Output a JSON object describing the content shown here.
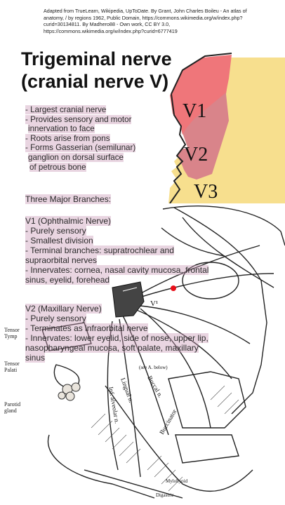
{
  "attribution": "Adapted from TrueLearn, Wikipedia, UpToDate. By Grant, John Charles Boileu - An atlas of anatomy, / by regions 1962, Public Domain, https://commons.wikimedia.org/w/index.php?curid=30134811. By Madhero88 - Own work, CC BY 3.0, https://commons.wikimedia.org/w/index.php?curid=6777419",
  "title_line1": "Trigeminal nerve",
  "title_line2": "(cranial nerve V)",
  "face_labels": {
    "v1": "V1",
    "v2": "V2",
    "v3": "V3"
  },
  "face_colors": {
    "v1": "#ef767a",
    "v2": "#d9848a",
    "v3": "#f7df8e"
  },
  "notes": [
    "- Largest cranial nerve",
    "- Provides sensory and motor",
    "innervation to face",
    "- Roots arise from pons",
    "- Forms Gasserian (semilunar)",
    "ganglion on dorsal surface",
    "of petrous bone"
  ],
  "branches_heading": "Three Major Branches:",
  "v1_section": [
    "V1 (Ophthalmic Nerve)",
    "- Purely sensory",
    "- Smallest division",
    "- Terminal branches: supratrochlear and",
    "supraorbital nerves",
    "- Innervates: cornea, nasal cavity mucosa, frontal",
    "sinus, eyelid, forehead"
  ],
  "v2_section": [
    "V2 (Maxillary Nerve)",
    "- Purely sensory",
    "- Terminates as infraorbital nerve",
    "- Innervates: lower eyelid, side of nose, upper lip,",
    "nasopharyngeal mucosa, soft palate, maxillary",
    "sinus"
  ],
  "diagram_labels": {
    "tensor_tymp": "Tensor Tymp",
    "tensor_palati": "Tensor Palati",
    "parotid_gland": "Parotid gland",
    "v1_label": "V¹",
    "see_a_below": "(see A. below)",
    "lingual": "Lingual n.",
    "inf_alveolar": "Inf. alveolar n.",
    "buccal": "Buccal n.",
    "buccinator": "Buccinator",
    "mylohyoid": "Mylohyoid",
    "digastric": "Digastric"
  }
}
